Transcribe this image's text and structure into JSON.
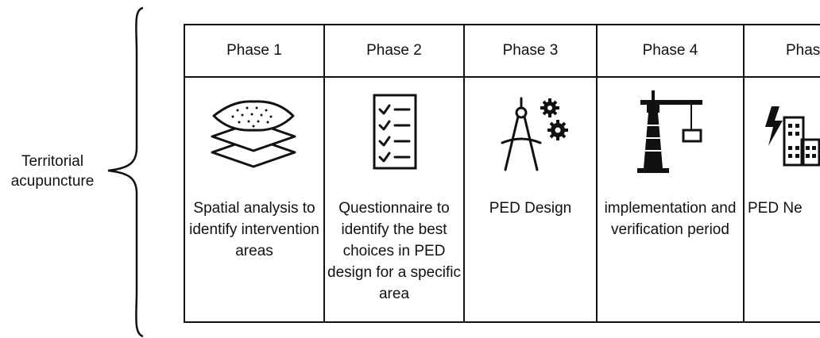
{
  "diagram": {
    "side_label": "Territorial acupuncture",
    "phases": [
      {
        "title": "Phase 1",
        "description": "Spatial analysis to identify intervention areas",
        "icon": "stacked-layers-icon"
      },
      {
        "title": "Phase 2",
        "description": "Questionnaire to identify the best choices in PED design for a specific area",
        "icon": "checklist-icon"
      },
      {
        "title": "Phase 3",
        "description": "PED Design",
        "icon": "compass-gears-icon"
      },
      {
        "title": "Phase 4",
        "description": "implementation and verification period",
        "icon": "tower-crane-icon"
      },
      {
        "title": "Phas",
        "description": "PED Ne",
        "icon": "city-energy-icon"
      }
    ]
  }
}
